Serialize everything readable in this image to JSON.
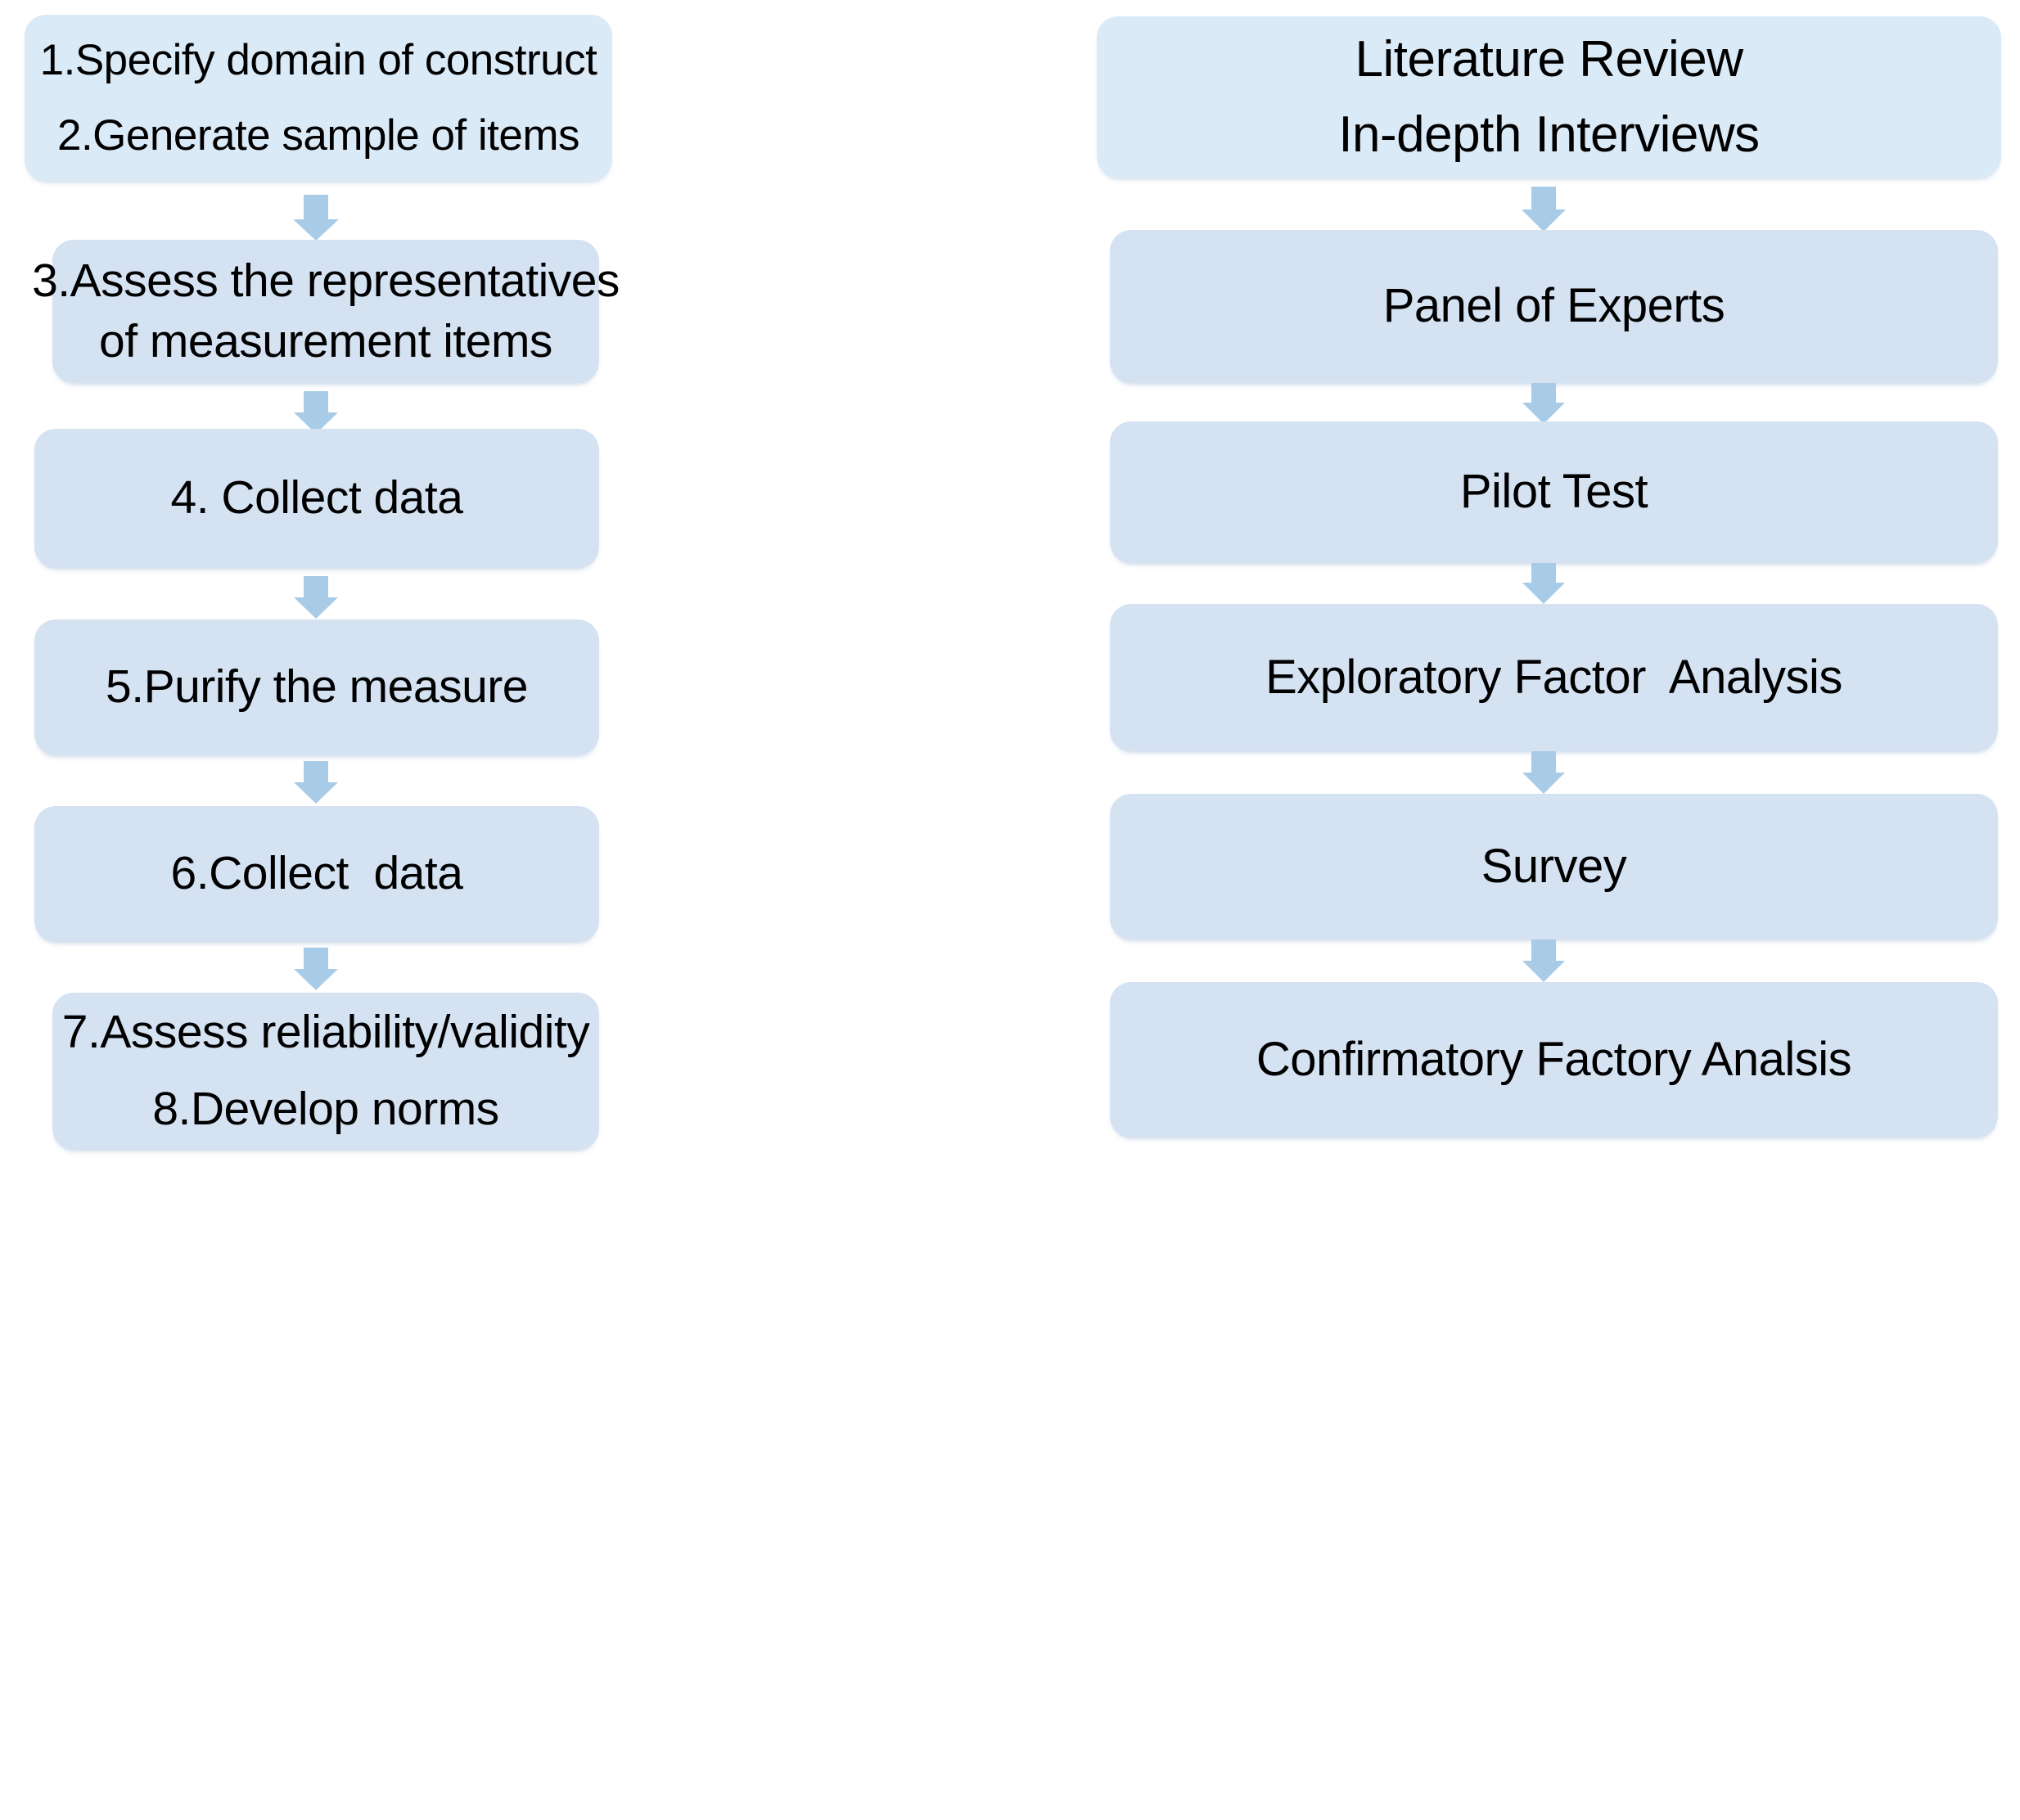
{
  "diagram": {
    "title": "Scale Development Process Flowchart",
    "colors": {
      "box_light": "#DBEAF7",
      "box_medium": "#D4E2F2",
      "arrow": "#A8CBE7",
      "text": "#000000",
      "background": "#FFFFFF"
    },
    "left_column": {
      "name": "procedure-steps",
      "nodes": [
        {
          "id": "step-1-2",
          "lines": [
            "1.Specify domain of construct",
            "2.Generate sample of items"
          ],
          "shade": "light"
        },
        {
          "id": "step-3",
          "lines": [
            "3.Assess the representatives",
            "of measurement items"
          ],
          "shade": "medium"
        },
        {
          "id": "step-4",
          "lines": [
            "4. Collect data"
          ],
          "shade": "medium"
        },
        {
          "id": "step-5",
          "lines": [
            "5.Purify the measure"
          ],
          "shade": "medium"
        },
        {
          "id": "step-6",
          "lines": [
            "6.Collect  data"
          ],
          "shade": "medium"
        },
        {
          "id": "step-7-8",
          "lines": [
            "7.Assess reliability/validity",
            "8.Develop norms"
          ],
          "shade": "medium"
        }
      ]
    },
    "right_column": {
      "name": "method-steps",
      "nodes": [
        {
          "id": "method-1",
          "lines": [
            "Literature Review",
            "In-depth Interviews"
          ],
          "shade": "light"
        },
        {
          "id": "method-2",
          "lines": [
            "Panel of Experts"
          ],
          "shade": "medium"
        },
        {
          "id": "method-3",
          "lines": [
            "Pilot Test"
          ],
          "shade": "medium"
        },
        {
          "id": "method-4",
          "lines": [
            "Exploratory Factor  Analysis"
          ],
          "shade": "medium"
        },
        {
          "id": "method-5",
          "lines": [
            "Survey"
          ],
          "shade": "medium"
        },
        {
          "id": "method-6",
          "lines": [
            "Confirmatory Factory Analsis"
          ],
          "shade": "medium"
        }
      ]
    },
    "connectors": {
      "icon": "arrow-down-icon",
      "count_left": 5,
      "count_right": 5
    }
  }
}
